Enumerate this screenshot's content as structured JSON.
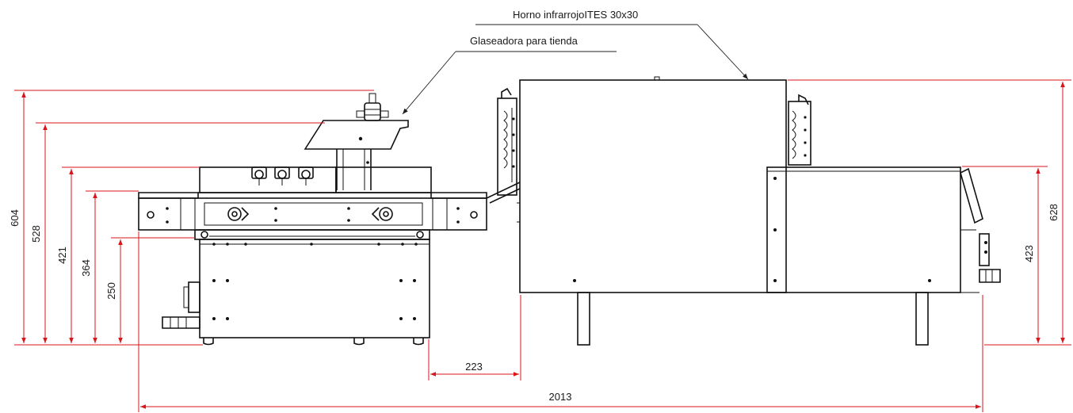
{
  "callouts": {
    "oven": "Horno infrarrojoITES 30x30",
    "glazer": "Glaseadora para tienda"
  },
  "dimensions": {
    "left_heights": [
      "604",
      "528",
      "421",
      "364",
      "250"
    ],
    "right_heights": [
      "628",
      "423"
    ],
    "gap": "223",
    "total_width": "2013"
  },
  "colors": {
    "dimension_lines": "#d8141c",
    "drawing_lines": "#111111"
  }
}
